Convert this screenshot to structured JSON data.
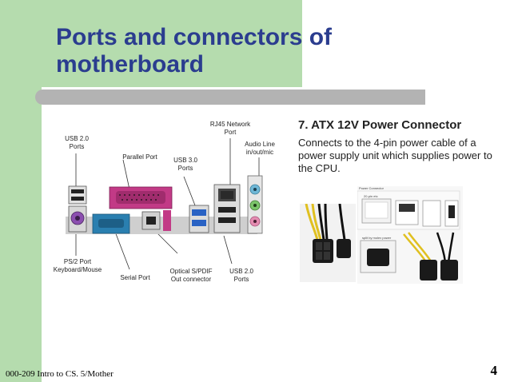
{
  "slide": {
    "title_line1": "Ports and connectors of",
    "title_line2": "motherboard",
    "footer": "000-209 Intro to CS. 5/Mother",
    "page_number": "4"
  },
  "diagram": {
    "labels": {
      "usb20_left": "USB 2.0 Ports",
      "parallel": "Parallel Port",
      "usb30": "USB 3.0 Ports",
      "rj45": "RJ45 Network Port",
      "audio": "Audio Line in/out/mic",
      "ps2": "PS/2 Port Keyboard/Mouse",
      "serial": "Serial Port",
      "optical": "Optical S/PDIF Out connector",
      "usb20_right": "USB 2.0 Ports"
    }
  },
  "atx": {
    "heading": "7. ATX 12V Power Connector",
    "description": "Connects to the 4-pin power cable of a power supply unit which supplies power to the CPU.",
    "photo_labels": {
      "power_connector": "Power Connector",
      "pin20": "20-pin etc",
      "split": "split by molex power"
    }
  },
  "colors": {
    "green": "#b5dcae",
    "title": "#2b3d8f",
    "bar": "#b3b3b3"
  }
}
